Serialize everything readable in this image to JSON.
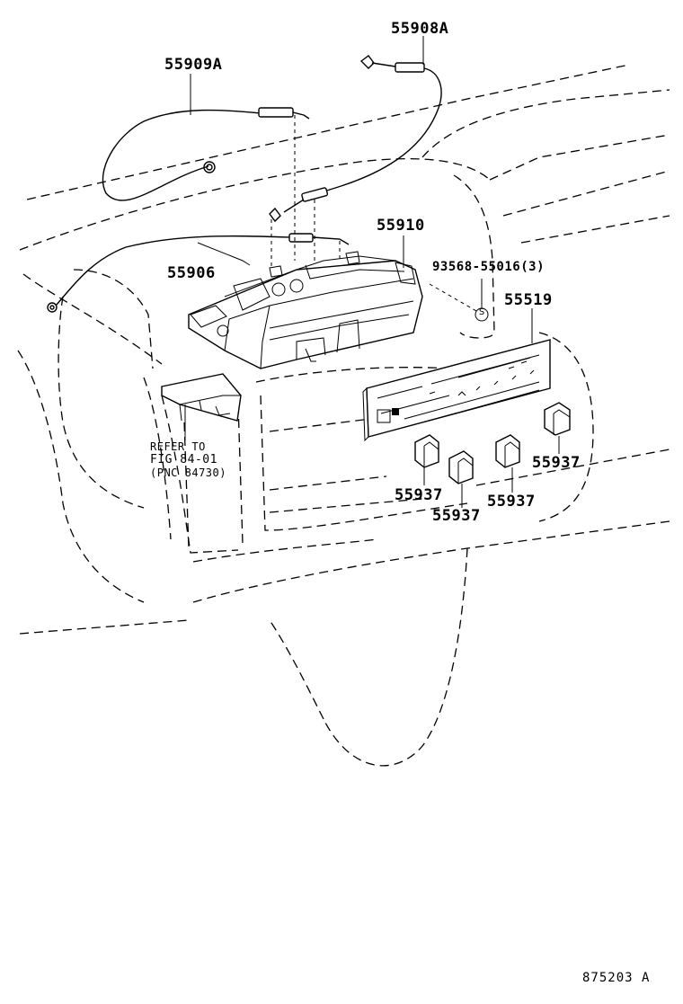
{
  "labels": {
    "cable_upper_right": "55908A",
    "cable_upper_left": "55909A",
    "control_assy": "55910",
    "cable_lower": "55906",
    "screw": "93568-55016(3)",
    "panel": "55519",
    "knob_1": "55937",
    "knob_2": "55937",
    "knob_3": "55937",
    "knob_4": "55937"
  },
  "note": {
    "line1": "REFER TO",
    "line2": "FIG 84-01",
    "line3": "(PNC 84730)"
  },
  "screw_symbol": "S",
  "figure_code": "875203 A"
}
